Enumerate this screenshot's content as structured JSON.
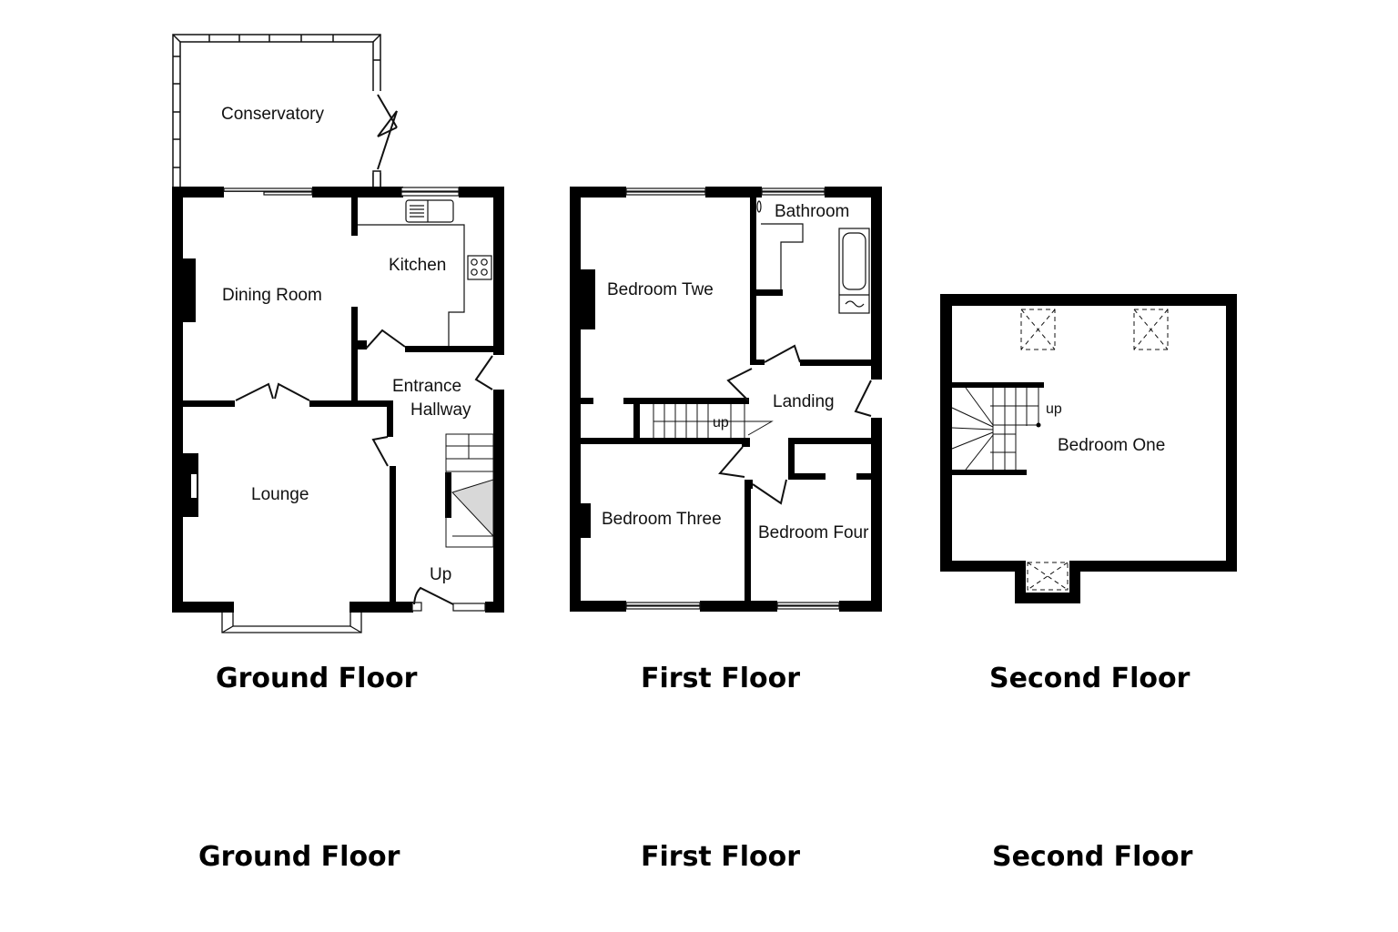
{
  "ground_floor": {
    "title": "Ground Floor",
    "rooms": {
      "conservatory": "Conservatory",
      "kitchen": "Kitchen",
      "dining_room": "Dining Room",
      "entrance_hallway_1": "Entrance",
      "entrance_hallway_2": "Hallway",
      "lounge": "Lounge",
      "stairs_label": "Up"
    }
  },
  "first_floor": {
    "title": "First Floor",
    "rooms": {
      "bathroom": "Bathroom",
      "bedroom_two": "Bedroom Twe",
      "landing": "Landing",
      "bedroom_three": "Bedroom Three",
      "bedroom_four": "Bedroom Four",
      "stairs_label": "up"
    }
  },
  "second_floor": {
    "title": "Second Floor",
    "rooms": {
      "bedroom_one": "Bedroom One",
      "stairs_label": "up"
    }
  },
  "captions": {
    "ground_floor": "Ground Floor",
    "first_floor": "First Floor",
    "second_floor": "Second Floor"
  }
}
